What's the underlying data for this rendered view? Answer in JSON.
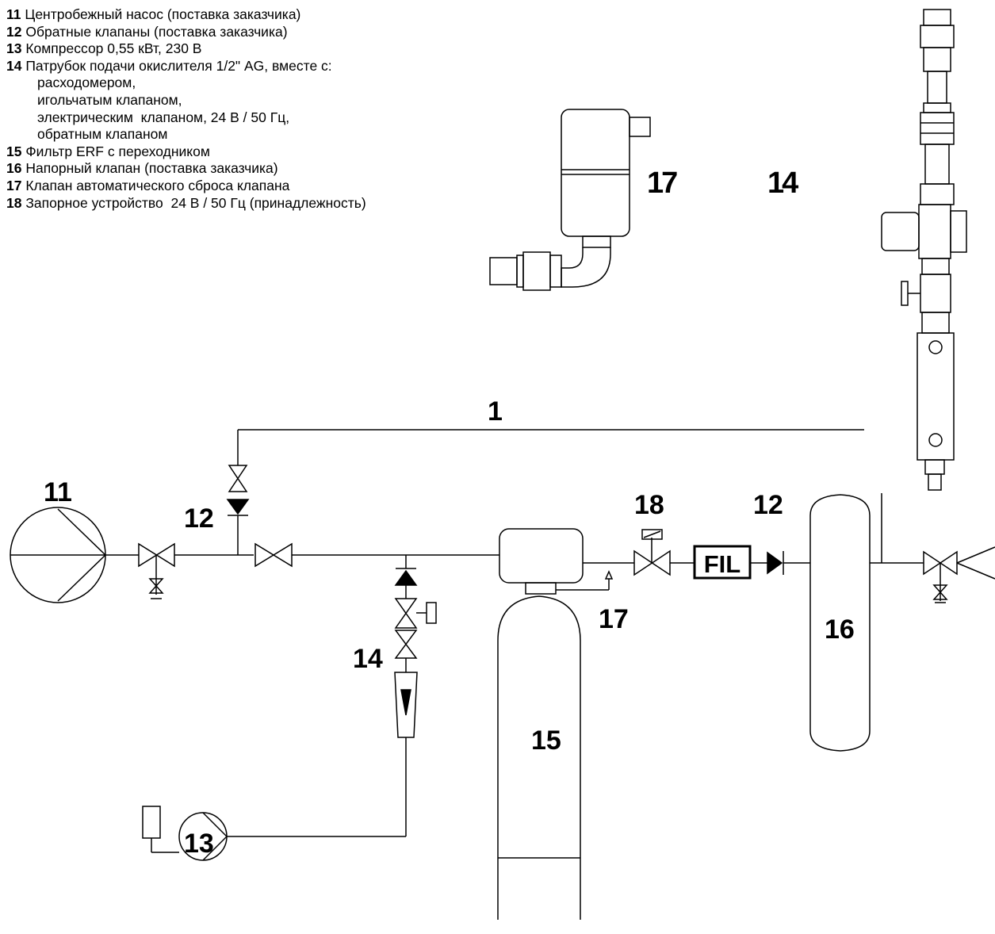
{
  "legend": [
    {
      "num": "11",
      "text": "Центробежный насос (поставка заказчика)"
    },
    {
      "num": "12",
      "text": "Обратные клапаны (поставка заказчика)"
    },
    {
      "num": "13",
      "text": "Компрессор 0,55 кВт, 230 В"
    },
    {
      "num": "14",
      "text": "Патрубок подачи окислителя 1/2\" AG, вместе с:"
    },
    {
      "num": "",
      "text": "расходомером,",
      "sub": true
    },
    {
      "num": "",
      "text": "игольчатым клапаном,",
      "sub": true
    },
    {
      "num": "",
      "text": "электрическим  клапаном, 24 В / 50 Гц,",
      "sub": true
    },
    {
      "num": "",
      "text": "обратным клапаном",
      "sub": true
    },
    {
      "num": "15",
      "text": "Фильтр ERF с переходником"
    },
    {
      "num": "16",
      "text": "Напорный клапан (поставка заказчика)"
    },
    {
      "num": "17",
      "text": "Клапан автоматического сброса клапана"
    },
    {
      "num": "18",
      "text": "Запорное устройство  24 В / 50 Гц (принадлежность)"
    }
  ],
  "callouts": {
    "line1": "1",
    "pump11": "11",
    "check12_left": "12",
    "check12_right": "12",
    "comp13": "13",
    "inj14": "14",
    "filter15": "15",
    "valve16": "16",
    "vent17": "17",
    "valve18": "18",
    "detail17": "17",
    "detail14": "14"
  },
  "filter_label": "FIL"
}
